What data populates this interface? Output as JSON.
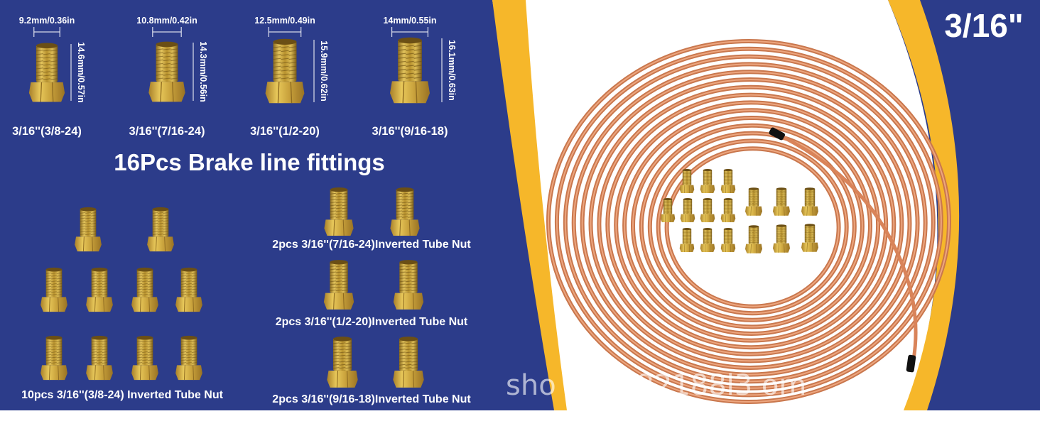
{
  "title": "16Pcs Brake line fittings",
  "size_badge": "3/16\"",
  "fittings": [
    {
      "width": "9.2mm/0.36in",
      "height": "14.6mm/0.57in",
      "size": "3/16''(3/8-24)"
    },
    {
      "width": "10.8mm/0.42in",
      "height": "14.3mm/0.56in",
      "size": "3/16''(7/16-24)"
    },
    {
      "width": "12.5mm/0.49in",
      "height": "15.9mm/0.62in",
      "size": "3/16''(1/2-20)"
    },
    {
      "width": "14mm/0.55in",
      "height": "16.1mm/0.63in",
      "size": "3/16''(9/16-18)"
    }
  ],
  "group_labels": {
    "left": "10pcs 3/16''(3/8-24) Inverted Tube Nut",
    "right_1": "2pcs 3/16''(7/16-24)Inverted Tube Nut",
    "right_2": "2pcs 3/16''(1/2-20)Inverted Tube Nut",
    "right_3": "2pcs 3/16''(9/16-18)Inverted Tube Nut"
  },
  "watermark": "sho      126y82188l3             om",
  "colors": {
    "background": "#2c3c8a",
    "accent_yellow": "#f6b72a",
    "copper": "#d9845a",
    "brass": "#c9a73b"
  },
  "icons": [
    "tube-nut-fitting-icon",
    "copper-brake-line-coil-icon"
  ]
}
